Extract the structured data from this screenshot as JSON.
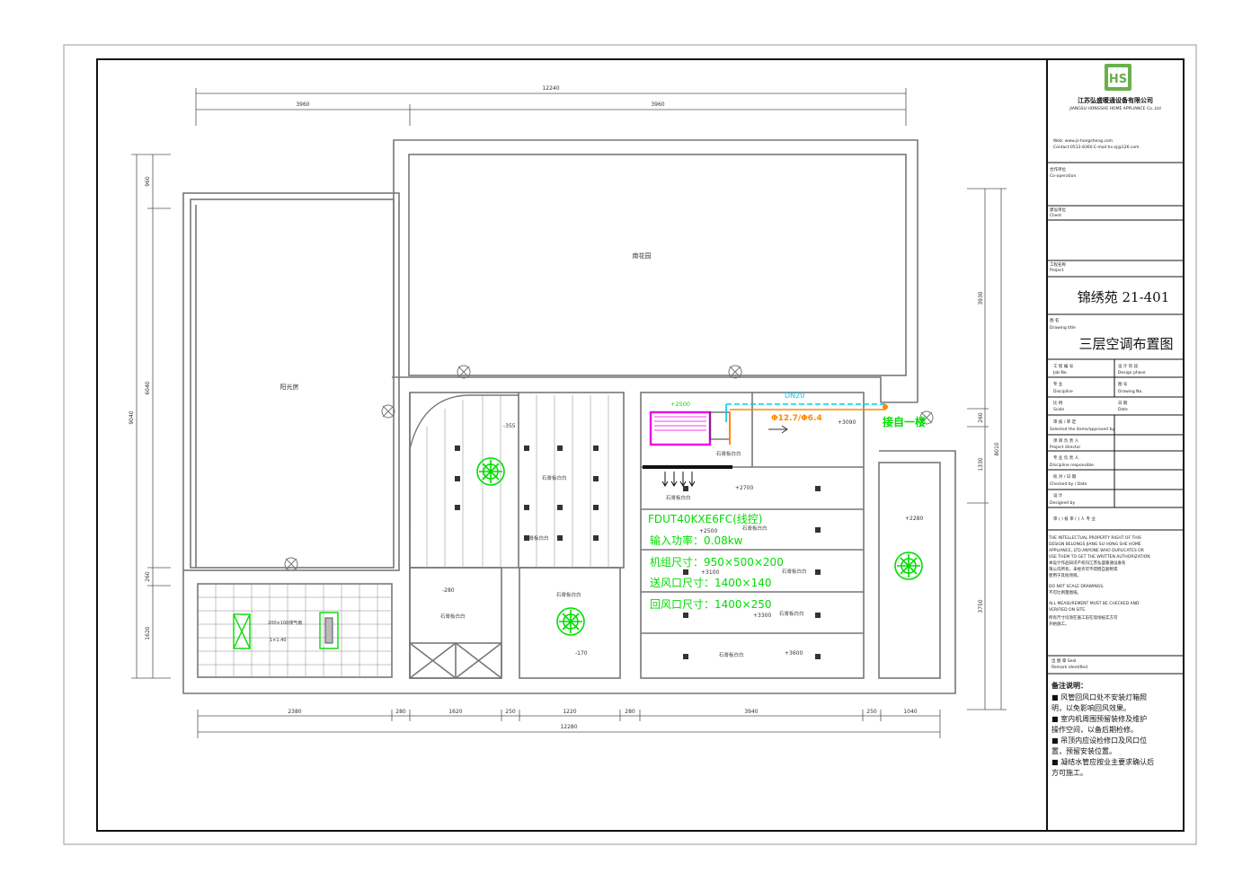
{
  "rooms": {
    "sunroom": "阳光房",
    "south_garden": "南花园",
    "ceiling": "石膏板白白"
  },
  "dimensions": {
    "top_total": "12240",
    "top_left": "3960",
    "top_right": "3960",
    "bottom_total": "12280",
    "bottom_segments": [
      "2380",
      "280",
      "1620",
      "250",
      "1220",
      "280",
      "3940",
      "250",
      "1040"
    ],
    "left_total": "9040",
    "left_a": "960",
    "left_b": "6040",
    "left_c": "260",
    "left_d": "1620",
    "right_total": "8010",
    "right_a": "3930",
    "right_b": "260",
    "right_c": "1330",
    "right_d": "3750"
  },
  "levels": [
    "+2500",
    "-355",
    "+3090",
    "+2700",
    "+2500",
    "+3100",
    "-280",
    "+3300",
    "-170",
    "+3600",
    "+2280"
  ],
  "hvac": {
    "model": "FDUT40KXE6FC(线控)",
    "power": "输入功率：0.08kw",
    "unit_size": "机组尺寸：950×500×200",
    "supply_size": "送风口尺寸：1400×140",
    "return_size": "回风口尺寸：1400×250",
    "pipe": "Φ12.7/Φ6.4",
    "drain": "DN20",
    "connect": "接自一楼",
    "vent_note": "200×100排气扇",
    "vent_val": "1×1.40"
  },
  "titleblock": {
    "company_cn": "江苏弘盛暖通设备有限公司",
    "company_en": "JIANGSU HONGSHE HOME APPLIANCE Co.,Ltd",
    "web": "Web: www.js-hongsheng.com",
    "contact": "Contact:0512-8360     E-mail:hs-xj@126.com",
    "co_op_label": "合作单位",
    "co_op_en": "Co-operation",
    "client_label": "建设单位",
    "client_en": "Client",
    "project_label": "工程名称",
    "project_en": "Project",
    "project_name": "锦绣苑 21-401",
    "drawing_label": "图    名",
    "drawing_en": "Drawing title",
    "drawing_title": "三层空调布置图",
    "job_label": "工 程 编 号",
    "job_en": "Job No.",
    "design_label": "设 计 阶 段",
    "design_en": "Design phase",
    "disc_label": "专    业",
    "disc_en": "Discipline",
    "dwgno_label": "图    号",
    "dwgno_en": "Drawing No.",
    "scale_label": "比    例",
    "scale_en": "Scale",
    "date_label": "日    期",
    "date_en": "Date",
    "sel_label": "审 核 / 审 定",
    "sel_en": "Selected the items/approved by",
    "dir_label": "项 目 负 责 人",
    "dir_en": "Project director",
    "resp_label": "专 业 负 责 人",
    "resp_en": "Discipline responsible",
    "chk_label": "校 对 / 日 期",
    "chk_en": "Checked by / Date",
    "des_label": "设    计",
    "des_en": "Designed by",
    "sign_row": "审 ( ) 核    审 ( ) 人 专 业",
    "legal": [
      "THE INTELLECTUAL PROPERTY RIGHT OF THIS",
      "DESIGN BELONGS JIANG SU HONG SHE HOME",
      "APPLIANCE,.LTD.ANYONE WHO DUPLICATES OR",
      "USE THEM TO GET THE WRITTEN AUTHORIZATION",
      "本设计作品知识产权归江苏弘盛暖通设备有",
      "限公司所有，未经许可不得擅自复制或",
      "使用于其他项目。",
      "DO NOT SCALE DRAWINGS.",
      "不可比例量图纸。",
      "ALL MEASUREMENT MUST BE CHECKED AND",
      "VERIFIED ON SITE.",
      "所有尺寸均须在施工前在现场核实方可",
      "开始施工。"
    ],
    "stamp_label": "出 图 章 Seal",
    "stamp_en": "Remark identified",
    "notes_title": "备注说明：",
    "notes": [
      "■ 风管回风口处不安装灯箱照",
      "   明，以免影响回风效果。",
      "■ 室内机周围预留装修及维护",
      "   操作空间，以备后期检修。",
      "■ 吊顶内应设检修口及风口位",
      "   置，预留安装位置。",
      "■ 凝结水管应按业主要求确认后",
      "   方可施工。"
    ]
  },
  "colors": {
    "line": "#777777",
    "green": "#00dd00",
    "magenta": "#ee00ee",
    "cyan": "#00ccee",
    "orange": "#ff8800"
  }
}
